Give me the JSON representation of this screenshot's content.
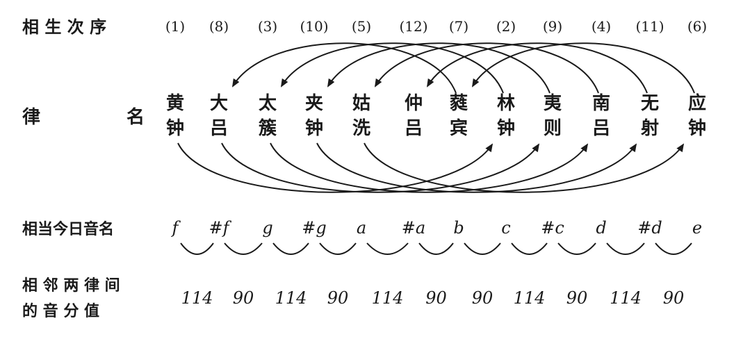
{
  "row_labels": {
    "order": "相 生 次 序",
    "name_1": "律",
    "name_2": "名",
    "modern": "相当今日音名",
    "cents_1": "相 邻 两 律 间",
    "cents_2": "的  音  分  值"
  },
  "columns": [
    {
      "order": "(1)",
      "top": "黄",
      "bottom": "钟",
      "note": "f"
    },
    {
      "order": "(8)",
      "top": "大",
      "bottom": "吕",
      "note": "#f"
    },
    {
      "order": "(3)",
      "top": "太",
      "bottom": "簇",
      "note": "g"
    },
    {
      "order": "(10)",
      "top": "夹",
      "bottom": "钟",
      "note": "#g"
    },
    {
      "order": "(5)",
      "top": "姑",
      "bottom": "洗",
      "note": "a"
    },
    {
      "order": "(12)",
      "top": "仲",
      "bottom": "吕",
      "note": "#a"
    },
    {
      "order": "(7)",
      "top": "蕤",
      "bottom": "宾",
      "note": "b"
    },
    {
      "order": "(2)",
      "top": "林",
      "bottom": "钟",
      "note": "c"
    },
    {
      "order": "(9)",
      "top": "夷",
      "bottom": "则",
      "note": "#c"
    },
    {
      "order": "(4)",
      "top": "南",
      "bottom": "吕",
      "note": "d"
    },
    {
      "order": "(11)",
      "top": "无",
      "bottom": "射",
      "note": "#d"
    },
    {
      "order": "(6)",
      "top": "应",
      "bottom": "钟",
      "note": "e"
    }
  ],
  "cents": [
    "114",
    "90",
    "114",
    "90",
    "114",
    "90",
    "90",
    "114",
    "90",
    "114",
    "90"
  ],
  "colors": {
    "ink": "#1a1a1a",
    "background": "#ffffff"
  }
}
